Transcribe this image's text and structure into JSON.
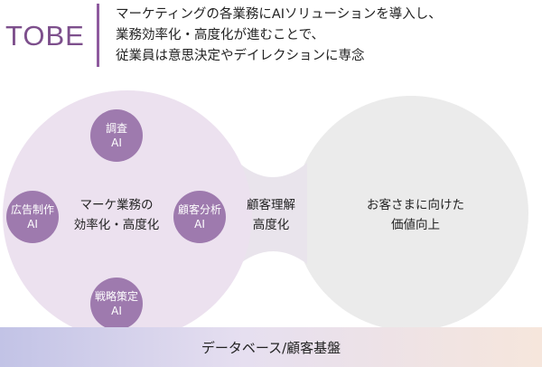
{
  "header": {
    "badge": "TOBE",
    "lines": [
      "マーケティングの各業務にAIソリューションを導入し、",
      "業務効率化・高度化が進むことで、",
      "従業員は意思決定やデイレクションに専念"
    ]
  },
  "diagram": {
    "left_center": [
      "マーケ業務の",
      "効率化・高度化"
    ],
    "middle": [
      "顧客理解",
      "高度化"
    ],
    "right_center": [
      "お客さまに向けた",
      "価値向上"
    ],
    "nodes": {
      "top": [
        "調査",
        "AI"
      ],
      "left": [
        "広告制作",
        "AI"
      ],
      "right": [
        "顧客分析",
        "AI"
      ],
      "bottom": [
        "戦略策定",
        "AI"
      ]
    }
  },
  "base_bar": {
    "label": "データベース/顧客基盤"
  },
  "colors": {
    "accent": "#7d4f8c",
    "node": "#9e7aae",
    "left_blob": "#ece1ef",
    "right_blob": "#ebebeb"
  }
}
